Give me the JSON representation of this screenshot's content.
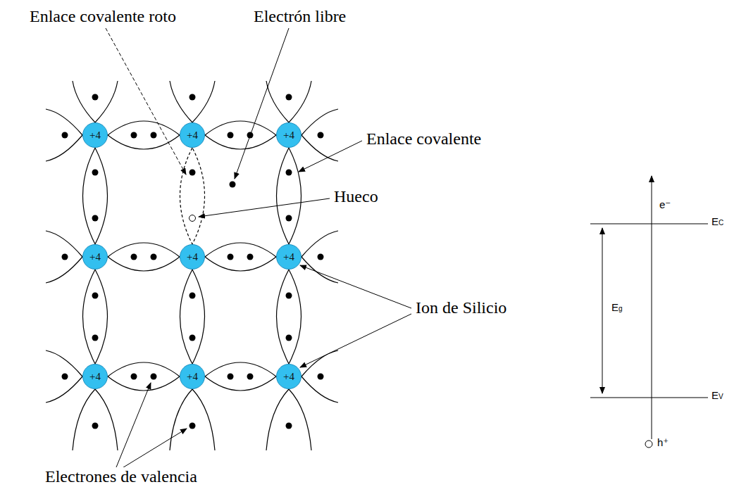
{
  "diagram": {
    "nodes": [
      {
        "text": [
          "+4"
        ]
      },
      {
        "text": [
          "+4"
        ]
      },
      {
        "text": [
          "+4"
        ]
      },
      {
        "text": [
          "+4"
        ]
      },
      {
        "text": [
          "+4"
        ]
      },
      {
        "text": [
          "+4"
        ]
      },
      {
        "text": [
          "+4"
        ]
      },
      {
        "text": [
          "+4"
        ]
      },
      {
        "text": [
          "+4"
        ]
      }
    ],
    "labels": [
      "Enlace covalente roto",
      "Electrón libre",
      "Enlace covalente",
      "Hueco",
      "Ion de Silicio",
      "Electrones de valencia",
      "e⁻",
      "EC",
      "Eg",
      "EV",
      "h⁺"
    ]
  }
}
